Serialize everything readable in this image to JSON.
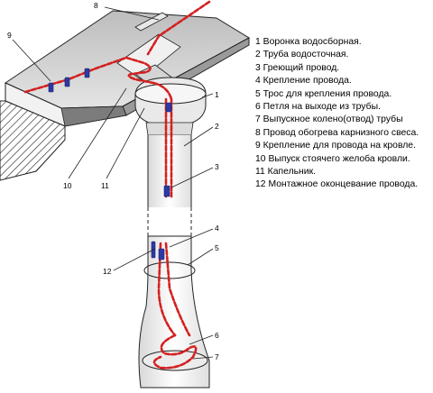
{
  "diagram": {
    "callouts": {
      "c1": "1",
      "c2": "2",
      "c3": "3",
      "c4": "4",
      "c5": "5",
      "c6": "6",
      "c7": "7",
      "c8": "8",
      "c9": "9",
      "c10": "10",
      "c11": "11",
      "c12": "12"
    }
  },
  "legend": {
    "items": [
      "1 Воронка водосборная.",
      "2 Труба водосточная.",
      "3 Греющий провод.",
      "4 Крепление провода.",
      "5 Трос для крепления провода.",
      "6 Петля на выходе из трубы.",
      "7 Выпускное колено(отвод) трубы",
      "8 Провод обогрева карнизного свеса.",
      "9  Крепление для провода на кровле.",
      "10 Выпуск стоячего желоба кровли.",
      "11 Капельник.",
      "12 Монтажное оконцевание провода."
    ]
  },
  "colors": {
    "cable": "#d42020",
    "clip": "#2c3aa8",
    "outline": "#222222"
  }
}
